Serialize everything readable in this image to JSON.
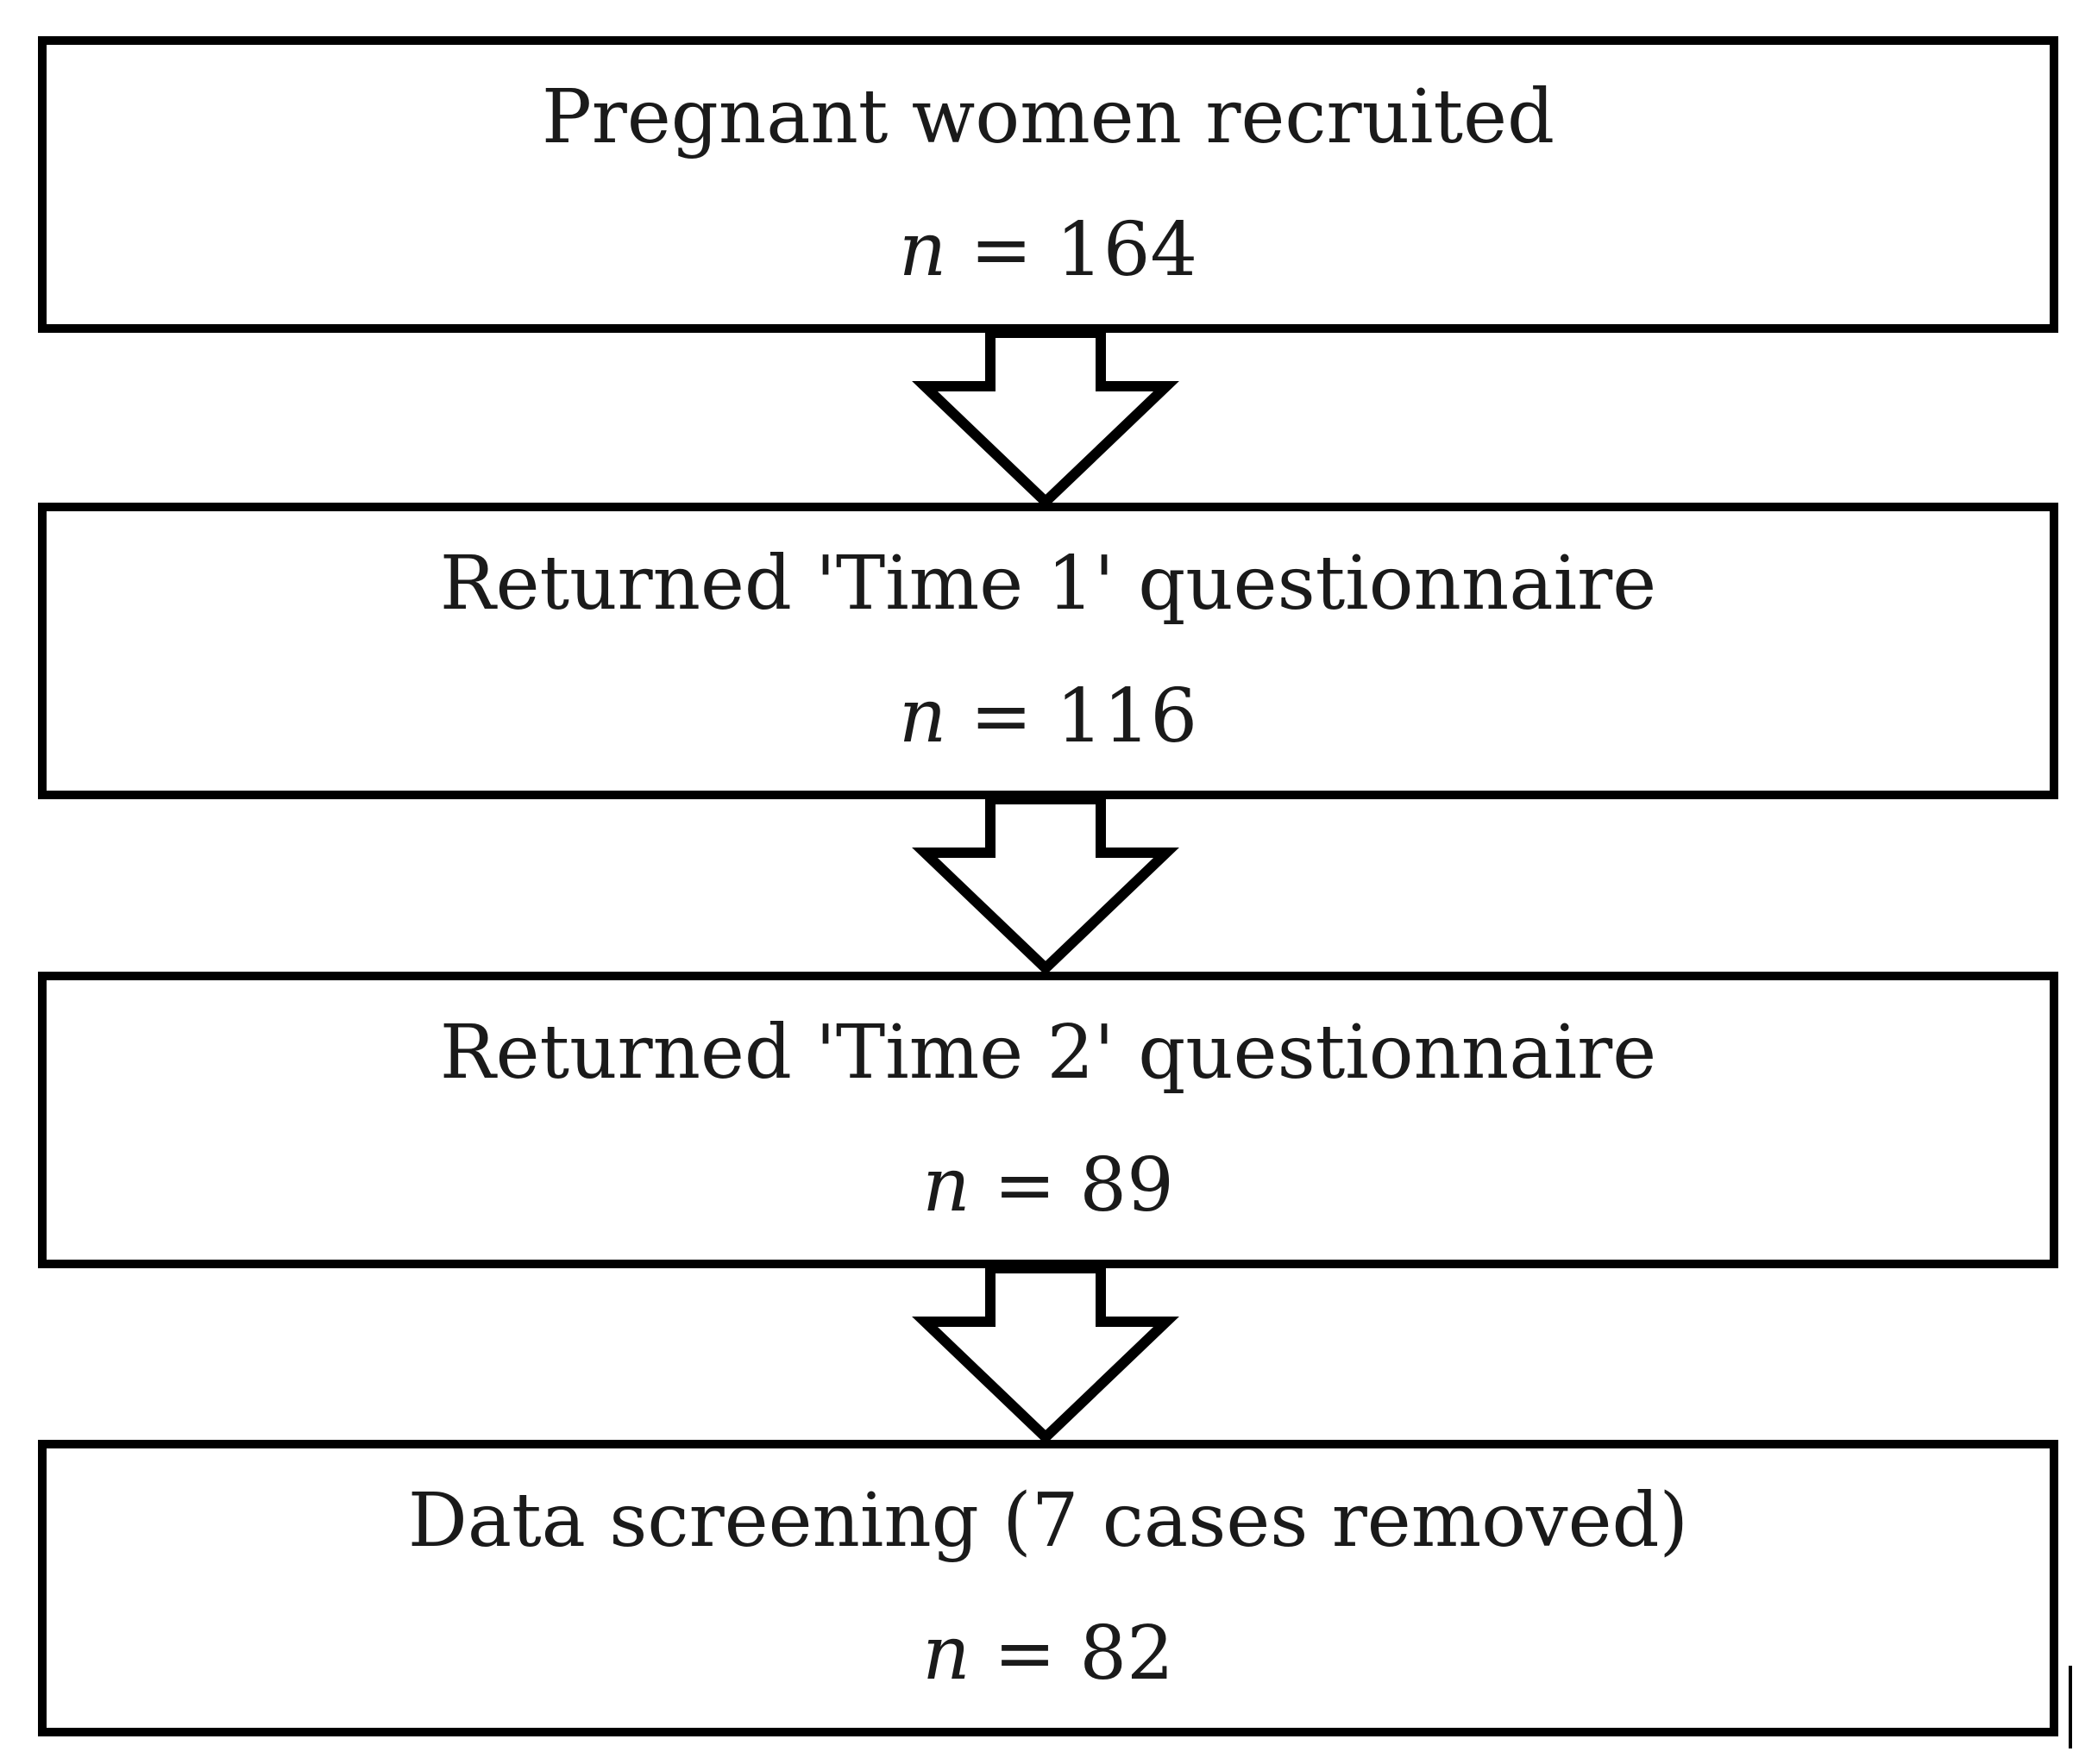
{
  "steps": [
    {
      "label": "Pregnant women recruited",
      "n_symbol": "n",
      "n_value": "= 164"
    },
    {
      "label": "Returned 'Time 1' questionnaire",
      "n_symbol": "n",
      "n_value": "= 116"
    },
    {
      "label": "Returned 'Time 2' questionnaire",
      "n_symbol": "n",
      "n_value": "= 89"
    },
    {
      "label": "Data screening (7 cases removed)",
      "n_symbol": "n",
      "n_value": "= 82"
    }
  ],
  "colors": {
    "stroke": "#000000",
    "text": "#1a1a1a",
    "background": "#ffffff"
  }
}
